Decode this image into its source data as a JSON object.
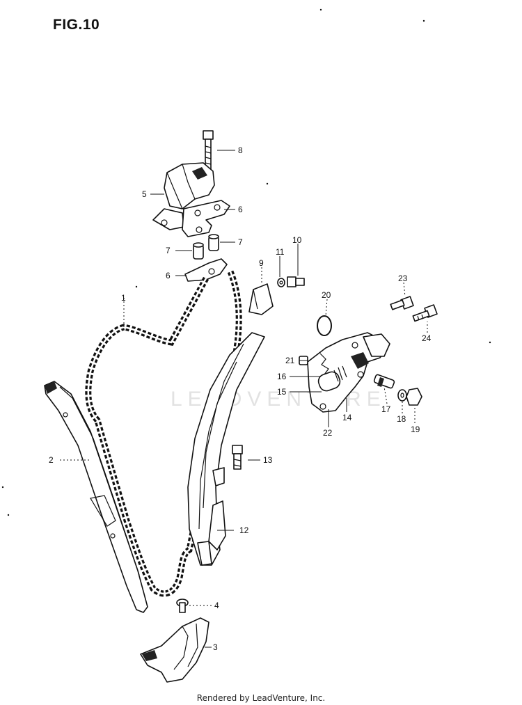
{
  "figure": {
    "title": "FIG.10"
  },
  "watermark": {
    "text": "LEADVENTURE"
  },
  "footer": {
    "text": "Rendered by LeadVenture, Inc."
  },
  "callouts": {
    "c1": "1",
    "c2": "2",
    "c3": "3",
    "c4": "4",
    "c5": "5",
    "c6a": "6",
    "c6b": "6",
    "c7a": "7",
    "c7b": "7",
    "c8": "8",
    "c9": "9",
    "c10": "10",
    "c11": "11",
    "c12": "12",
    "c13": "13",
    "c14": "14",
    "c15": "15",
    "c16": "16",
    "c17": "17",
    "c18": "18",
    "c19": "19",
    "c20": "20",
    "c21": "21",
    "c22": "22",
    "c23": "23",
    "c24": "24"
  },
  "style": {
    "ink": "#111111",
    "paper": "#ffffff",
    "watermark": "#e2e2e2"
  }
}
